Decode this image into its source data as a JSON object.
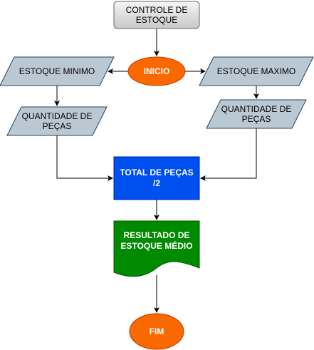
{
  "nodes": {
    "title": {
      "line1": "CONTROLE DE",
      "line2": "ESTOQUE"
    },
    "start": {
      "label": "INICIO"
    },
    "min_stock": {
      "label": "ESTOQUE MINIMO"
    },
    "max_stock": {
      "label": "ESTOQUE MAXIMO"
    },
    "qty_left": {
      "line1": "QUANTIDADE DE",
      "line2": "PEÇAS"
    },
    "qty_right": {
      "line1": "QUANTIDADE DE",
      "line2": "PEÇAS"
    },
    "total": {
      "line1": "TOTAL DE PEÇAS",
      "line2": "/2"
    },
    "result": {
      "line1": "RESULTADO DE",
      "line2": "ESTOQUE MÉDIO"
    },
    "end": {
      "label": "FIM"
    }
  },
  "colors": {
    "title_fill": "#f5f5f5",
    "title_fill_dark": "#c8c8c8",
    "orange": "#fa6800",
    "orange_stroke": "#c73500",
    "io_fill": "#bac8d3",
    "io_stroke": "#23445d",
    "process_fill": "#0050ef",
    "process_stroke": "#001dbc",
    "doc_fill": "#008a00",
    "doc_stroke": "#005700",
    "edge": "#000000"
  }
}
